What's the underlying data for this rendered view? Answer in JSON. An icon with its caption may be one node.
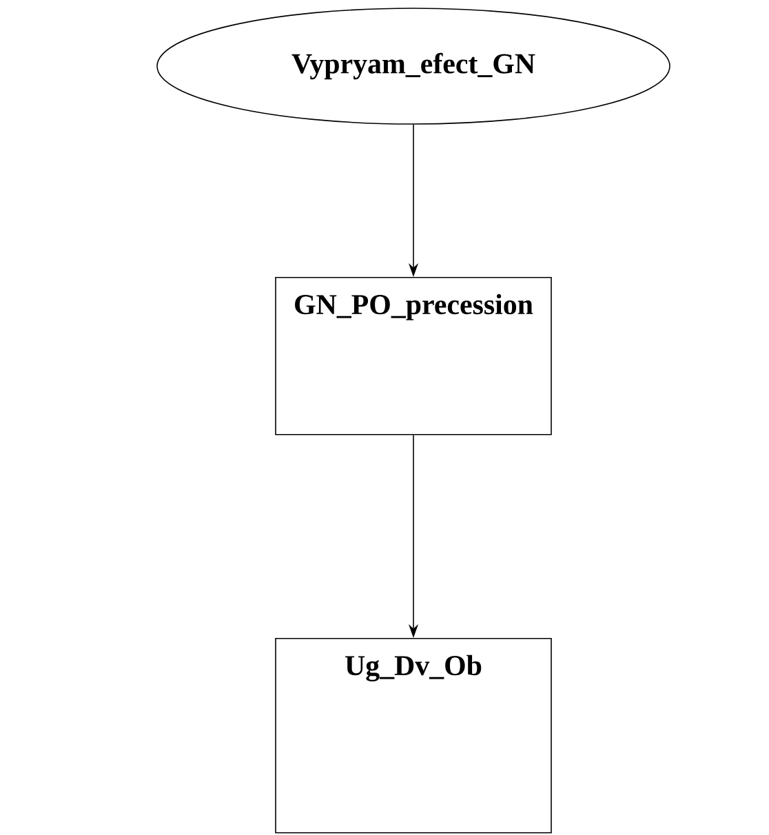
{
  "diagram": {
    "nodes": [
      {
        "text": [
          "Vypryam_efect_GN"
        ]
      },
      {
        "text": [
          "GN_PO_precession"
        ]
      },
      {
        "text": [
          "Ug_Dv_Ob"
        ]
      }
    ],
    "edges": [
      {
        "from": 0,
        "to": 1,
        "arrow": "to"
      },
      {
        "from": 1,
        "to": 2,
        "arrow": "to"
      }
    ]
  }
}
